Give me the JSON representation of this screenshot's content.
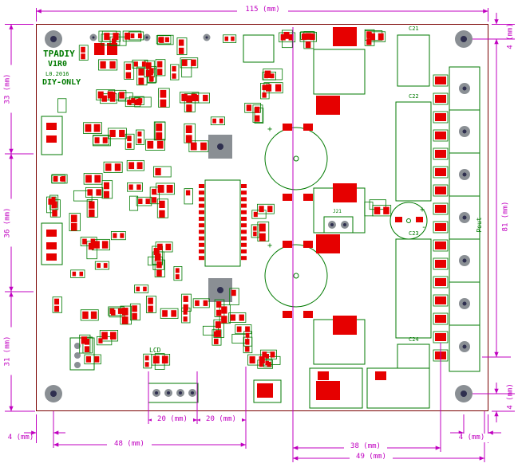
{
  "board": {
    "brand": {
      "line1": "TPADIY",
      "line2": "V1R0",
      "line3": "L0.2016",
      "line4": "DIY-ONLY"
    },
    "labels": {
      "lcd": "LCD",
      "plus": "+",
      "minus": "-",
      "pout": "Pout",
      "j21": "J21",
      "c21": "C21",
      "c22": "C22",
      "c23": "C23",
      "c24": "C24"
    }
  },
  "dimensions": {
    "top_width": "115 (mm)",
    "right_top_offset": "4 (mm)",
    "left_upper": "33 (mm)",
    "left_middle": "36 (mm)",
    "left_lower": "31 (mm)",
    "right_height": "81 (mm)",
    "right_bottom_offset": "4 (mm)",
    "bottom_left_offset": "4 (mm)",
    "bottom_left_width": "48 (mm)",
    "bottom_mid_a": "20 (mm)",
    "bottom_mid_b": "20 (mm)",
    "bottom_right_width": "38 (mm)",
    "bottom_right_total": "49 (mm)",
    "bottom_right_offset": "4 (mm)"
  },
  "colors": {
    "dimension": "#c000c0",
    "silkscreen": "#007a00",
    "pad": "#e60000",
    "board_outline": "#7a0000",
    "hole_gray": "#8a8f94",
    "hole_center": "#2f2f4f",
    "background": "#ffffff"
  }
}
